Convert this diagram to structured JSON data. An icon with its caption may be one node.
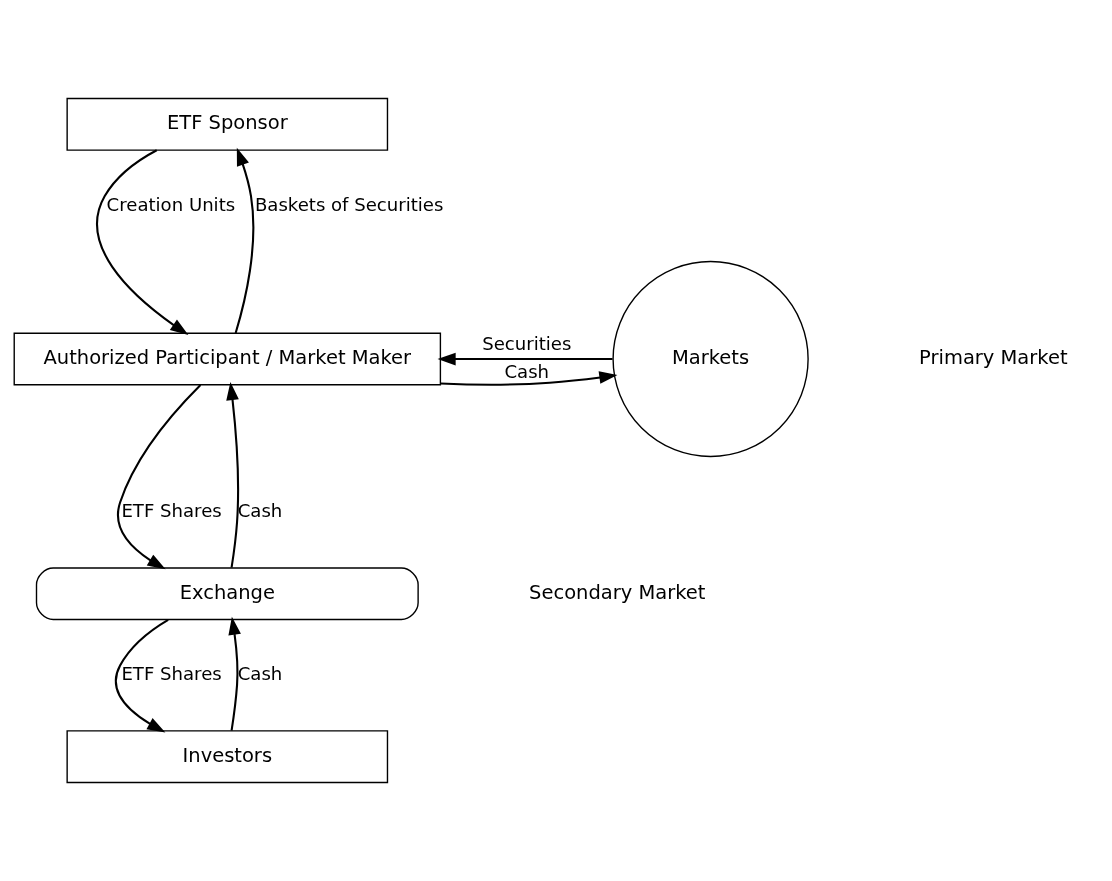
{
  "diagram": {
    "nodes": [
      {
        "text": [
          "ETF Sponsor"
        ]
      },
      {
        "text": [
          "Authorized Participant / Market Maker"
        ]
      },
      {
        "text": [
          "Markets"
        ]
      },
      {
        "text": [
          "Exchange"
        ]
      },
      {
        "text": [
          "Investors"
        ]
      }
    ],
    "edges": [
      {
        "from": 0,
        "to": 1,
        "arrow": "to",
        "label": "Creation Units"
      },
      {
        "from": 1,
        "to": 0,
        "arrow": "to",
        "label": "Baskets of Securities"
      },
      {
        "from": 2,
        "to": 1,
        "arrow": "to",
        "label": "Securities"
      },
      {
        "from": 1,
        "to": 2,
        "arrow": "to",
        "label": "Cash"
      },
      {
        "from": 1,
        "to": 3,
        "arrow": "to",
        "label": "ETF Shares"
      },
      {
        "from": 3,
        "to": 1,
        "arrow": "to",
        "label": "Cash"
      },
      {
        "from": 3,
        "to": 4,
        "arrow": "to",
        "label": "ETF Shares"
      },
      {
        "from": 4,
        "to": 3,
        "arrow": "to",
        "label": "Cash"
      }
    ],
    "labels": [
      "Primary Market",
      "Secondary Market"
    ]
  }
}
